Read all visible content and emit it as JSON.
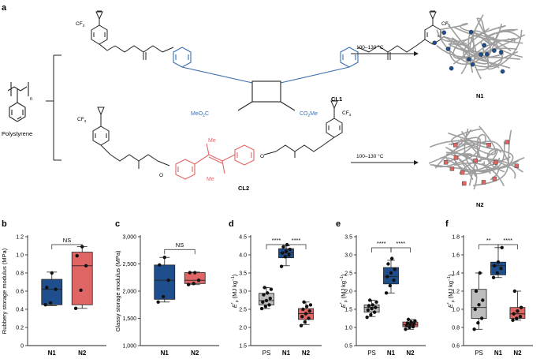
{
  "panel_labels": {
    "a": "a",
    "b": "b",
    "c": "c",
    "d": "d",
    "e": "e",
    "f": "f"
  },
  "scheme": {
    "cf3": "CF",
    "cf3_sub": "3",
    "n": "N",
    "polymer_subscript": "n",
    "polymer_name": "Polystyrene",
    "cl1": "CL1",
    "cl2": "CL2",
    "meo2c": "MeO",
    "meo2c_sub": "2",
    "meo2c_end": "C",
    "co2me": "CO",
    "co2me_sub": "2",
    "co2me_end": "Me",
    "me": "Me",
    "condition_top": "100–130 °C",
    "condition_bottom": "100–130 °C",
    "network_top": "N1",
    "network_bottom": "N2",
    "o": "O"
  },
  "colors": {
    "n1": "#1f4e8c",
    "n2": "#e06666",
    "ps": "#bdbdbd",
    "cl1_accent": "#3a6fb0",
    "cl2_accent": "#e06666",
    "chain": "#9e9e9e"
  },
  "chart_data": [
    {
      "type": "box",
      "panel": "b",
      "ylabel": "Rubbery storage modulus (MPa)",
      "ylim": [
        0,
        1.2
      ],
      "yticks": [
        "0",
        "0.2",
        "0.4",
        "0.6",
        "0.8",
        "1.0",
        "1.2"
      ],
      "categories": [
        "N1",
        "N2"
      ],
      "boxes": [
        {
          "name": "N1",
          "min": 0.44,
          "q1": 0.45,
          "median": 0.62,
          "q3": 0.73,
          "max": 0.81,
          "points": [
            0.45,
            0.47,
            0.62,
            0.64,
            0.8
          ]
        },
        {
          "name": "N2",
          "min": 0.41,
          "q1": 0.45,
          "median": 0.88,
          "q3": 1.03,
          "max": 1.09,
          "points": [
            0.41,
            0.61,
            0.88,
            0.99,
            1.09
          ]
        }
      ],
      "significance": [
        {
          "from": "N1",
          "to": "N2",
          "label": "NS"
        }
      ]
    },
    {
      "type": "box",
      "panel": "c",
      "ylabel": "Glassy storage modulus (MPa)",
      "ylim": [
        1000,
        3000
      ],
      "yticks": [
        "1,000",
        "1,500",
        "2,000",
        "2,500",
        "3,000"
      ],
      "categories": [
        "N1",
        "N2"
      ],
      "boxes": [
        {
          "name": "N1",
          "min": 1800,
          "q1": 1850,
          "median": 2200,
          "q3": 2480,
          "max": 2620,
          "points": [
            1800,
            1900,
            2200,
            2480,
            2620
          ]
        },
        {
          "name": "N2",
          "min": 2120,
          "q1": 2140,
          "median": 2200,
          "q3": 2340,
          "max": 2350,
          "points": [
            2120,
            2140,
            2200,
            2340,
            2340
          ]
        }
      ],
      "significance": [
        {
          "from": "N1",
          "to": "N2",
          "label": "NS"
        }
      ]
    },
    {
      "type": "box",
      "panel": "d",
      "ylabel_main": "E",
      "ylabel_sup": "*",
      "ylabel_sub": "p",
      "ylabel_unit": " (MJ kg",
      "ylabel_unit_sup": "−1",
      "ylabel_unit_end": ")",
      "ylim": [
        1.5,
        4.5
      ],
      "yticks": [
        "1.5",
        "2.0",
        "2.5",
        "3.0",
        "3.5",
        "4.0",
        "4.5"
      ],
      "categories": [
        "PS",
        "N1",
        "N2"
      ],
      "boxes": [
        {
          "name": "PS",
          "min": 2.52,
          "q1": 2.62,
          "median": 2.74,
          "q3": 2.94,
          "max": 3.1,
          "points": [
            2.52,
            2.58,
            2.62,
            2.7,
            2.74,
            2.8,
            2.9,
            2.95,
            3.05,
            3.1
          ]
        },
        {
          "name": "N1",
          "min": 3.7,
          "q1": 3.92,
          "median": 4.05,
          "q3": 4.17,
          "max": 4.25,
          "points": [
            3.68,
            3.95,
            4.0,
            4.05,
            4.1,
            4.15,
            4.22,
            4.28
          ]
        },
        {
          "name": "N2",
          "min": 2.08,
          "q1": 2.22,
          "median": 2.38,
          "q3": 2.52,
          "max": 2.7,
          "points": [
            2.05,
            2.15,
            2.25,
            2.3,
            2.38,
            2.45,
            2.5,
            2.58,
            2.62,
            2.7
          ]
        }
      ],
      "significance": [
        {
          "from": "PS",
          "to": "N1",
          "label": "****"
        },
        {
          "from": "N1",
          "to": "N2",
          "label": "****"
        }
      ]
    },
    {
      "type": "box",
      "panel": "e",
      "ylabel_main": "E",
      "ylabel_sup": "*",
      "ylabel_sub": "p",
      "ylabel_unit": " (MJ kg",
      "ylabel_unit_sup": "−1",
      "ylabel_unit_end": ")",
      "ylim": [
        0.5,
        3.5
      ],
      "yticks": [
        "0.5",
        "1.0",
        "1.5",
        "2.0",
        "2.5",
        "3.0",
        "3.5"
      ],
      "categories": [
        "PS",
        "N1",
        "N2"
      ],
      "boxes": [
        {
          "name": "PS",
          "min": 1.3,
          "q1": 1.42,
          "median": 1.55,
          "q3": 1.62,
          "max": 1.75,
          "points": [
            1.28,
            1.35,
            1.42,
            1.48,
            1.52,
            1.55,
            1.6,
            1.62,
            1.7,
            1.75
          ]
        },
        {
          "name": "N1",
          "min": 1.95,
          "q1": 2.2,
          "median": 2.4,
          "q3": 2.65,
          "max": 2.85,
          "points": [
            1.95,
            2.15,
            2.3,
            2.4,
            2.5,
            2.6,
            2.75,
            2.9
          ]
        },
        {
          "name": "N2",
          "min": 0.95,
          "q1": 1.02,
          "median": 1.08,
          "q3": 1.15,
          "max": 1.22,
          "points": [
            0.95,
            1.0,
            1.02,
            1.05,
            1.08,
            1.1,
            1.12,
            1.15,
            1.18,
            1.22
          ]
        }
      ],
      "significance": [
        {
          "from": "PS",
          "to": "N1",
          "label": "****"
        },
        {
          "from": "N1",
          "to": "N2",
          "label": "****"
        }
      ]
    },
    {
      "type": "box",
      "panel": "f",
      "ylabel_main": "E",
      "ylabel_sup": "*",
      "ylabel_sub": "p",
      "ylabel_unit": " (MJ kg",
      "ylabel_unit_sup": "−1",
      "ylabel_unit_end": ")",
      "ylim": [
        0.6,
        1.8
      ],
      "yticks": [
        "0.6",
        "0.8",
        "1.0",
        "1.2",
        "1.4",
        "1.6",
        "1.8"
      ],
      "categories": [
        "PS",
        "N1",
        "N2"
      ],
      "boxes": [
        {
          "name": "PS",
          "min": 0.78,
          "q1": 0.9,
          "median": 1.02,
          "q3": 1.22,
          "max": 1.4,
          "points": [
            0.78,
            0.85,
            0.9,
            1.0,
            1.05,
            1.1,
            1.2,
            1.4
          ]
        },
        {
          "name": "N1",
          "min": 1.35,
          "q1": 1.38,
          "median": 1.48,
          "q3": 1.52,
          "max": 1.68,
          "points": [
            1.35,
            1.4,
            1.45,
            1.48,
            1.52,
            1.68
          ]
        },
        {
          "name": "N2",
          "min": 0.88,
          "q1": 0.9,
          "median": 0.95,
          "q3": 1.02,
          "max": 1.2,
          "points": [
            0.88,
            0.9,
            0.92,
            0.95,
            0.98,
            1.02,
            1.2
          ]
        }
      ],
      "significance": [
        {
          "from": "PS",
          "to": "N1",
          "label": "**"
        },
        {
          "from": "N1",
          "to": "N2",
          "label": "****"
        }
      ]
    }
  ]
}
